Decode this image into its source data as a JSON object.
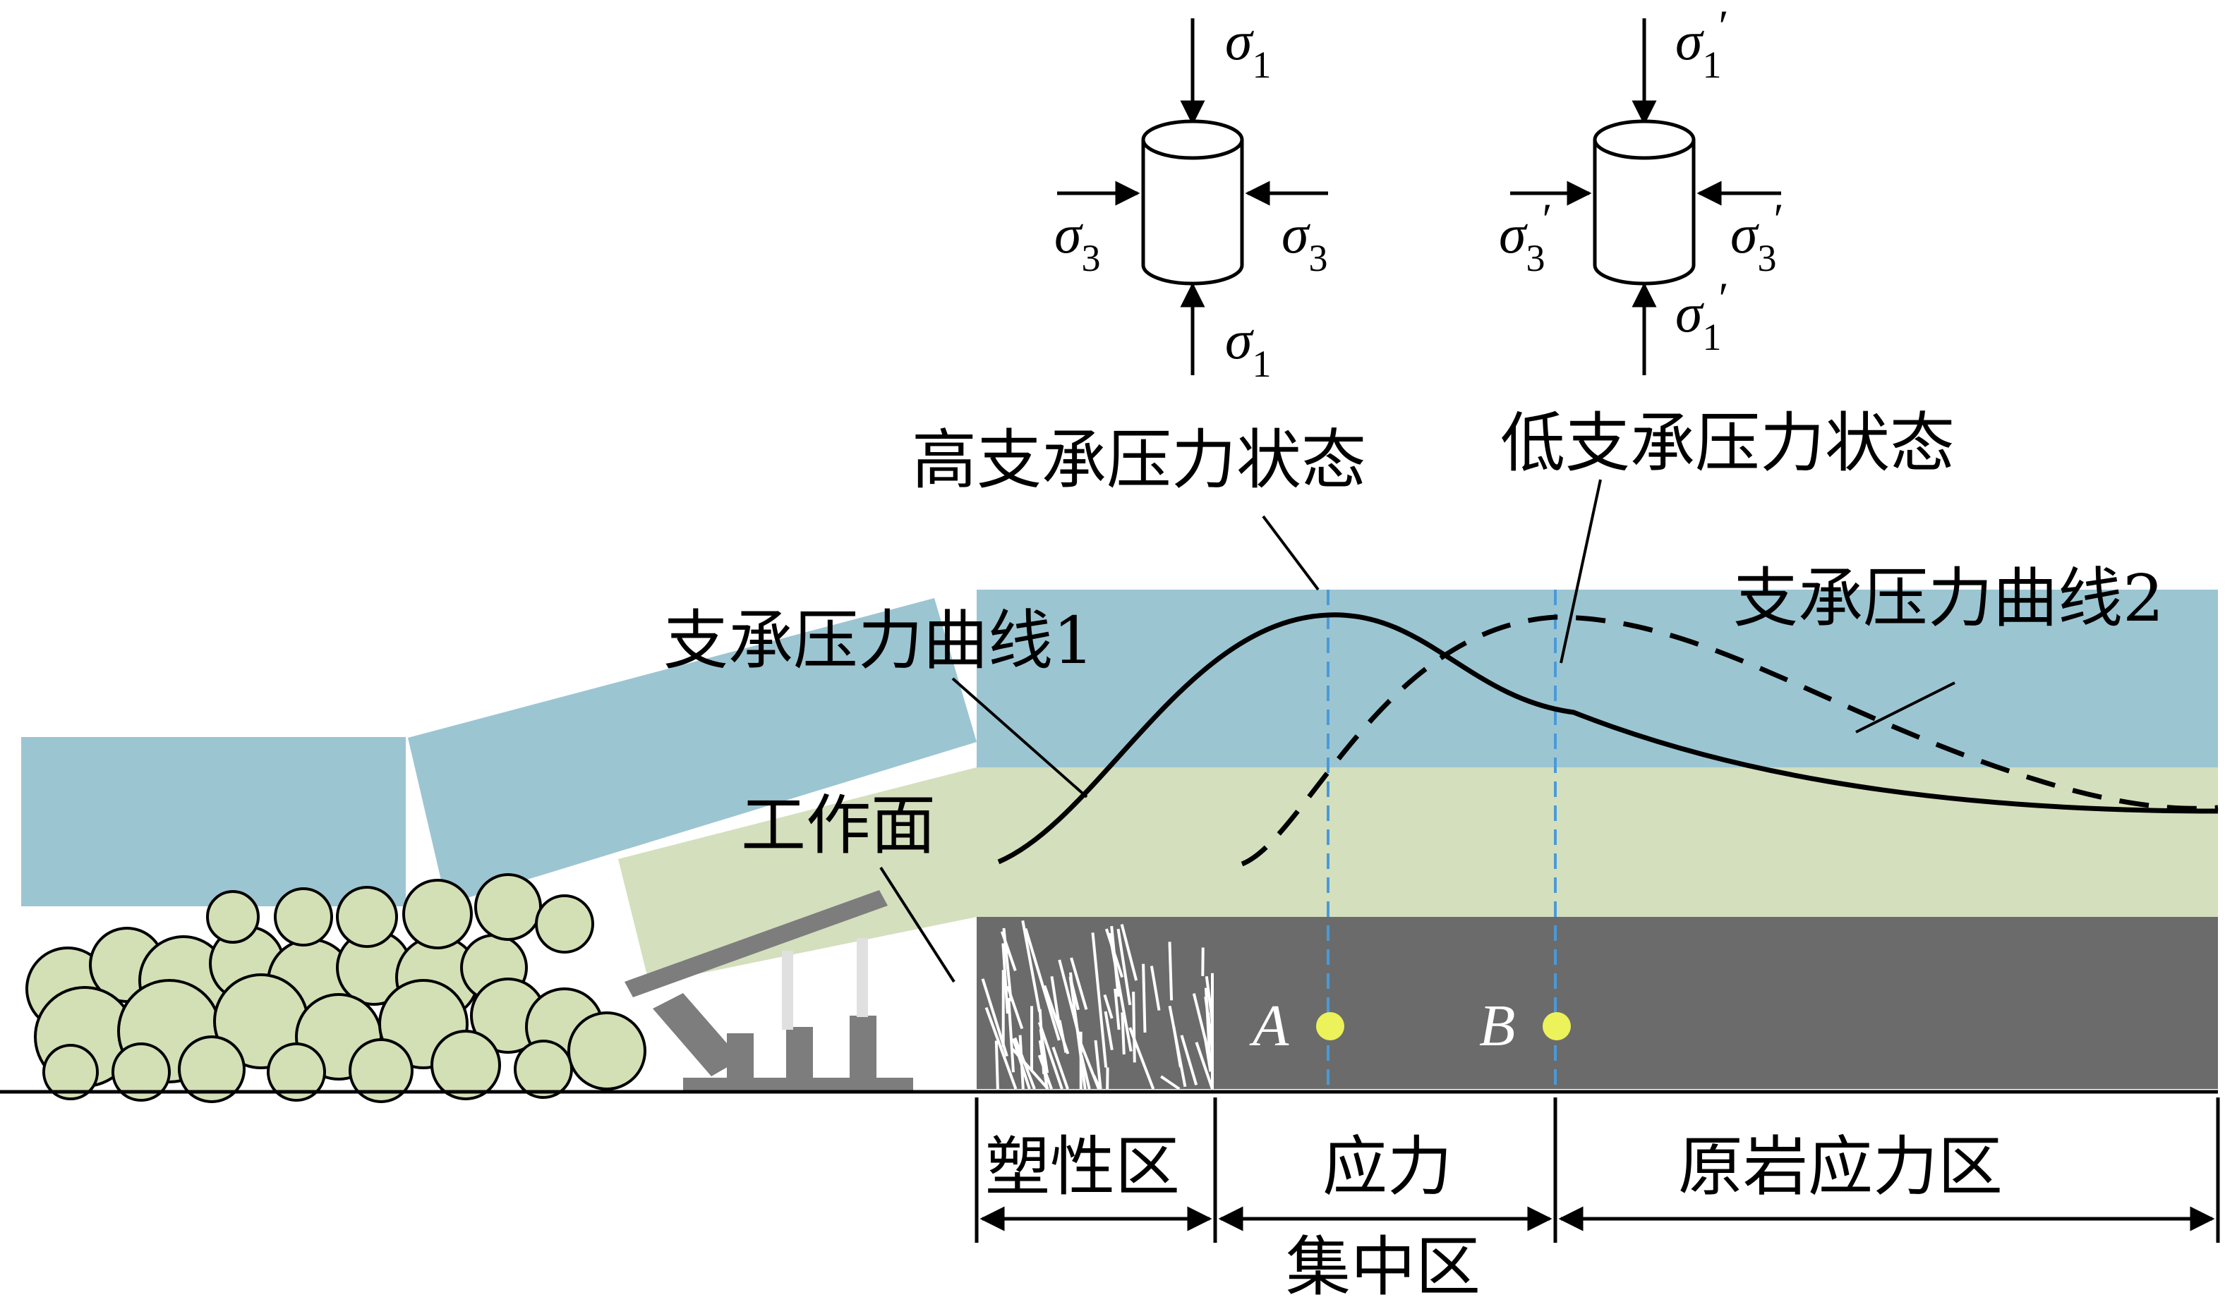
{
  "labels": {
    "high_state": "高支承压力状态",
    "low_state": "低支承压力状态",
    "curve1": "支承压力曲线1",
    "curve2": "支承压力曲线2",
    "working_face": "工作面",
    "point_a": "A",
    "point_b": "B",
    "zone_plastic": "塑性区",
    "zone_stress_line1": "应力",
    "zone_stress_line2": "集中区",
    "zone_original": "原岩应力区"
  },
  "stress_element_high": {
    "top": {
      "symbol": "σ",
      "sub": "1",
      "prime": ""
    },
    "bottom": {
      "symbol": "σ",
      "sub": "1",
      "prime": ""
    },
    "left": {
      "symbol": "σ",
      "sub": "3",
      "prime": ""
    },
    "right": {
      "symbol": "σ",
      "sub": "3",
      "prime": ""
    }
  },
  "stress_element_low": {
    "top": {
      "symbol": "σ",
      "sub": "1",
      "prime": "′"
    },
    "bottom": {
      "symbol": "σ",
      "sub": "1",
      "prime": "′"
    },
    "left": {
      "symbol": "σ",
      "sub": "3",
      "prime": "′"
    },
    "right": {
      "symbol": "σ",
      "sub": "3",
      "prime": "′"
    }
  },
  "colors": {
    "roof_blue": "#9cc5d2",
    "middle_green": "#d4dfbd",
    "coal_gray": "#6b6b6b",
    "gob_rock": "#d3dfb5",
    "support_gray": "#7d7d7d",
    "point_yellow": "#ecf25a",
    "guide_blue": "#4a9ad8"
  }
}
